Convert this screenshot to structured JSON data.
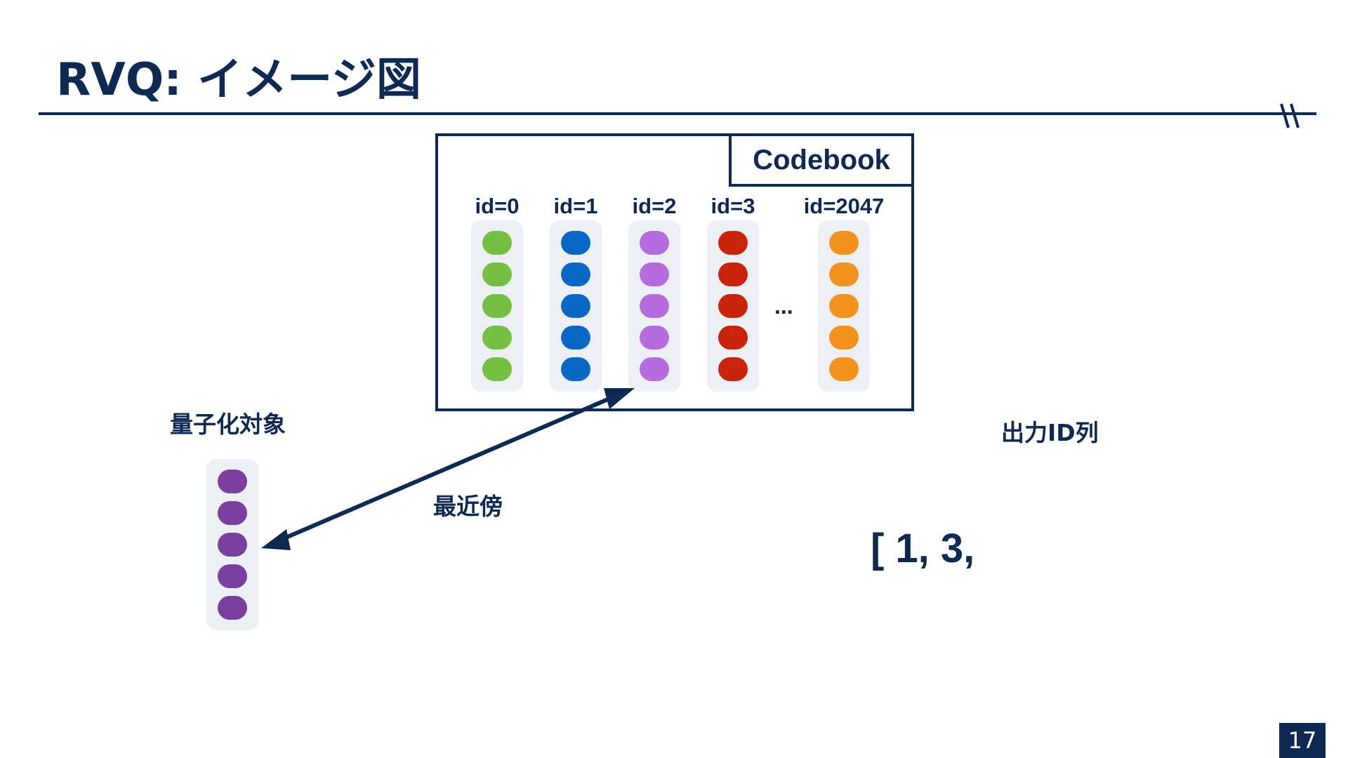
{
  "slide": {
    "title": "RVQ: イメージ図",
    "page_number": "17"
  },
  "codebook": {
    "label": "Codebook",
    "entries": [
      {
        "id": "id=0",
        "color": "#74c043"
      },
      {
        "id": "id=1",
        "color": "#0a67c6"
      },
      {
        "id": "id=2",
        "color": "#b66be0"
      },
      {
        "id": "id=3",
        "color": "#c9230c"
      },
      {
        "id": "id=2047",
        "color": "#f3921f"
      }
    ],
    "ellipsis": "..."
  },
  "target": {
    "label": "量子化対象",
    "color": "#7b3f9f"
  },
  "nearest_label": "最近傍",
  "output": {
    "label": "出力ID列",
    "ids": "[ 1, 3,"
  },
  "colors": {
    "navy": "#0f2a52",
    "vector_bg": "#eceff3"
  }
}
